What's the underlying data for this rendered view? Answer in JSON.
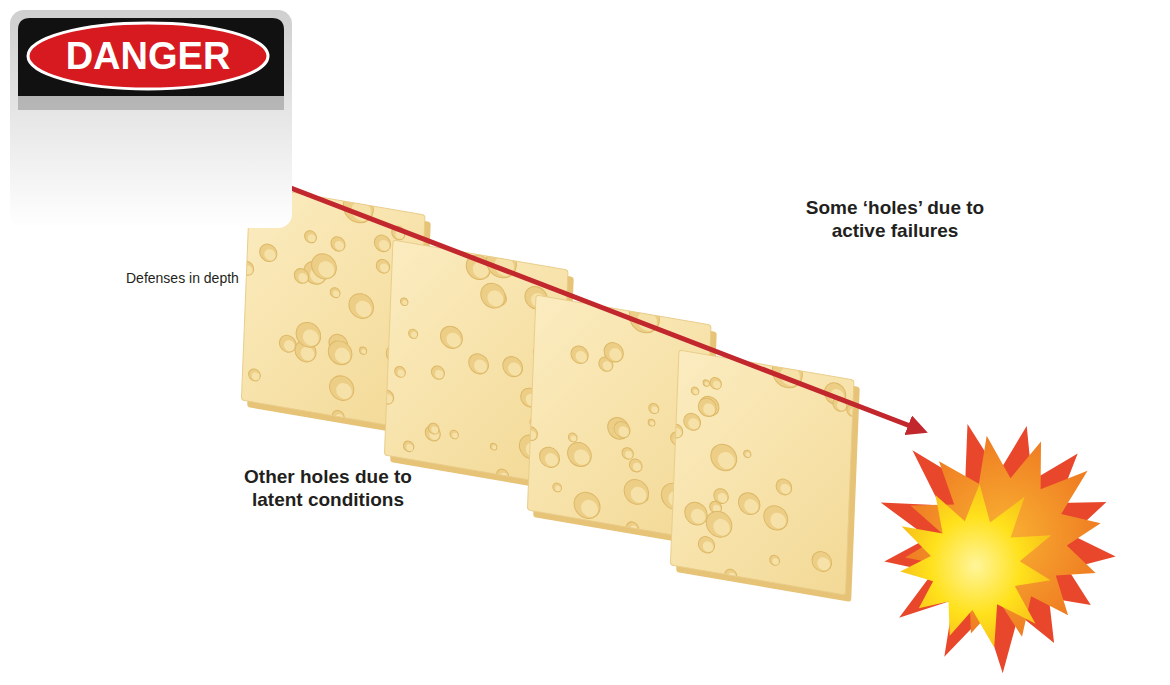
{
  "diagram": {
    "nodes": [
      {
        "text": [
          "DANGER"
        ]
      }
    ],
    "labels": [
      "Some ‘holes’ due to active failures",
      "Defenses in depth",
      "Other holes due to latent conditions"
    ]
  }
}
